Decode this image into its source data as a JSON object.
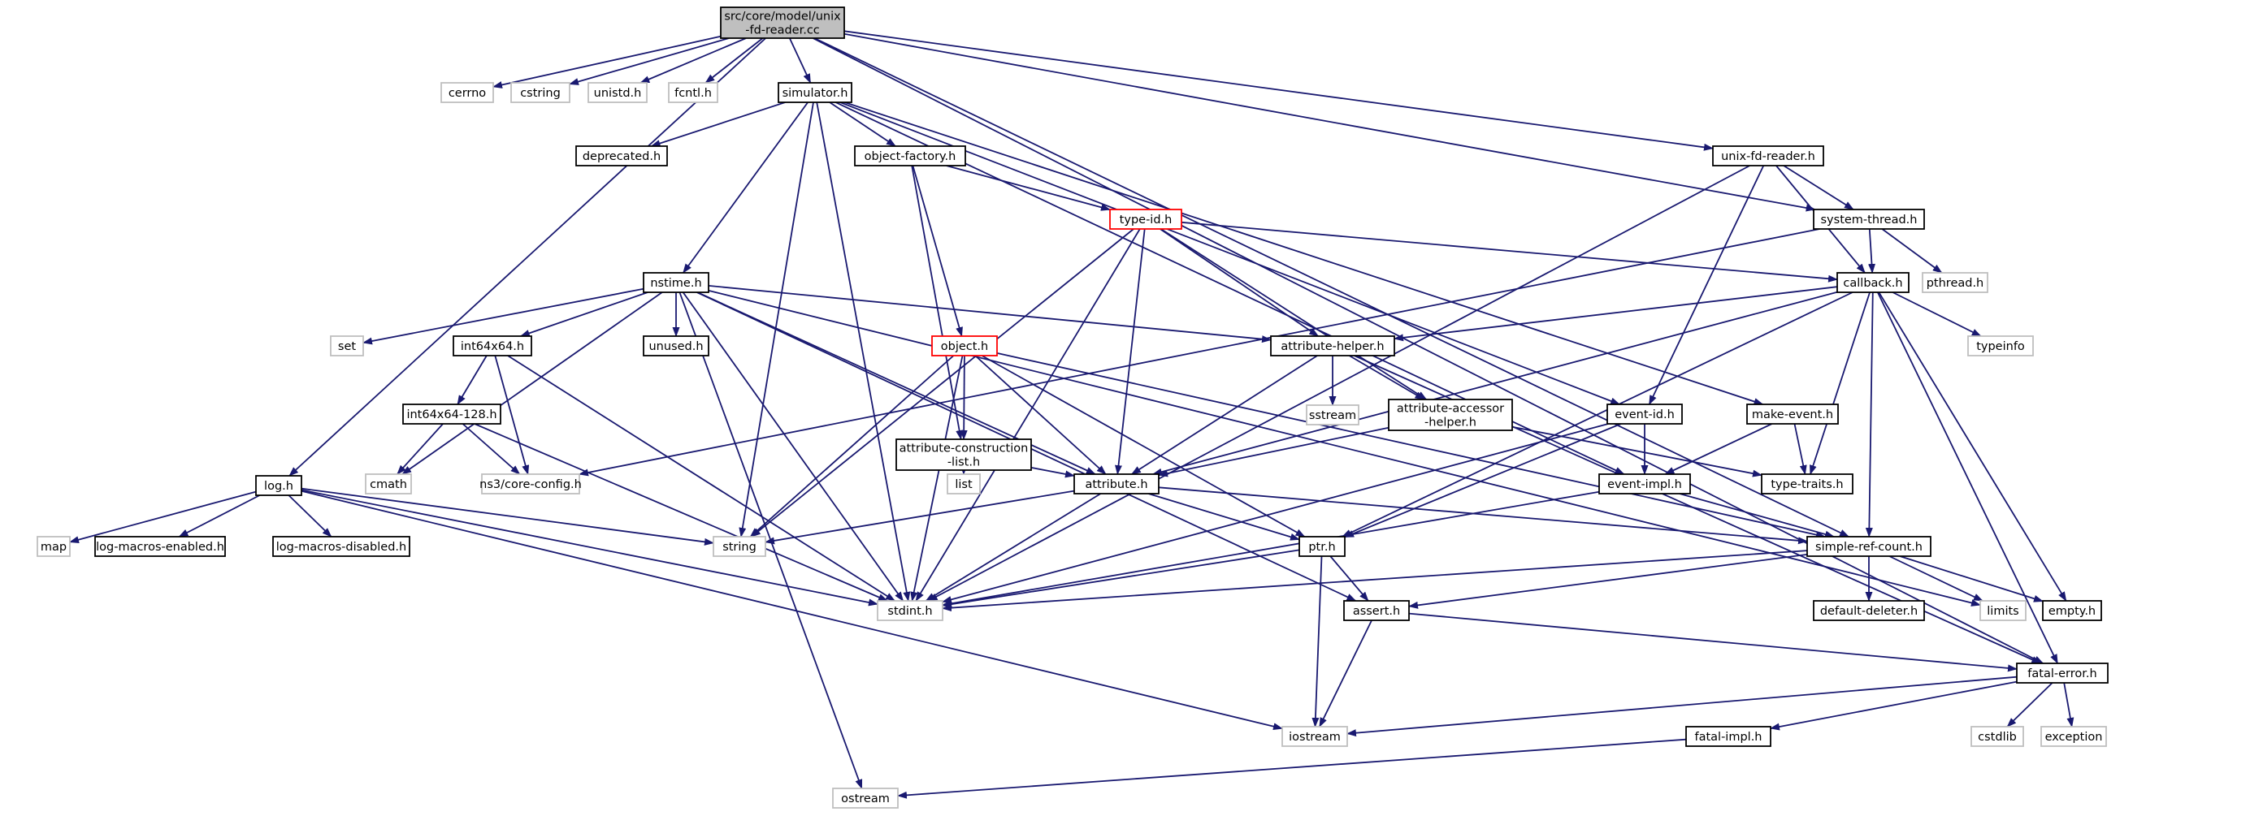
{
  "graph": {
    "colors": {
      "edge": "#191970",
      "root_fill": "#bfbfbf",
      "normal_border": "#000000",
      "external_border": "#bfbfbf",
      "truncated_border": "#ff0000",
      "text": "#000000",
      "background": "#ffffff"
    },
    "nodes": [
      {
        "id": "root",
        "label": "src/core/model/unix\n-fd-reader.cc",
        "kind": "root"
      },
      {
        "id": "cerrno",
        "label": "cerrno",
        "kind": "external"
      },
      {
        "id": "cstring",
        "label": "cstring",
        "kind": "external"
      },
      {
        "id": "unistd",
        "label": "unistd.h",
        "kind": "external"
      },
      {
        "id": "fcntl",
        "label": "fcntl.h",
        "kind": "external"
      },
      {
        "id": "simulator",
        "label": "simulator.h",
        "kind": "normal"
      },
      {
        "id": "unixfd",
        "label": "unix-fd-reader.h",
        "kind": "normal"
      },
      {
        "id": "systhread",
        "label": "system-thread.h",
        "kind": "normal"
      },
      {
        "id": "pthread",
        "label": "pthread.h",
        "kind": "external"
      },
      {
        "id": "deprecated",
        "label": "deprecated.h",
        "kind": "normal"
      },
      {
        "id": "objfactory",
        "label": "object-factory.h",
        "kind": "normal"
      },
      {
        "id": "typeid",
        "label": "type-id.h",
        "kind": "truncated"
      },
      {
        "id": "callback",
        "label": "callback.h",
        "kind": "normal"
      },
      {
        "id": "typeinfo",
        "label": "typeinfo",
        "kind": "external"
      },
      {
        "id": "nstime",
        "label": "nstime.h",
        "kind": "normal"
      },
      {
        "id": "set",
        "label": "set",
        "kind": "external"
      },
      {
        "id": "int64x64",
        "label": "int64x64.h",
        "kind": "normal"
      },
      {
        "id": "unused",
        "label": "unused.h",
        "kind": "normal"
      },
      {
        "id": "object",
        "label": "object.h",
        "kind": "truncated"
      },
      {
        "id": "attrhelper",
        "label": "attribute-helper.h",
        "kind": "normal"
      },
      {
        "id": "sstream",
        "label": "sstream",
        "kind": "external"
      },
      {
        "id": "attraccessor",
        "label": "attribute-accessor\n-helper.h",
        "kind": "normal"
      },
      {
        "id": "attrconstr",
        "label": "attribute-construction\n-list.h",
        "kind": "normal"
      },
      {
        "id": "list",
        "label": "list",
        "kind": "external"
      },
      {
        "id": "int128",
        "label": "int64x64-128.h",
        "kind": "normal"
      },
      {
        "id": "cmath",
        "label": "cmath",
        "kind": "external"
      },
      {
        "id": "coreconfig",
        "label": "ns3/core-config.h",
        "kind": "external"
      },
      {
        "id": "eventid",
        "label": "event-id.h",
        "kind": "normal"
      },
      {
        "id": "makeevent",
        "label": "make-event.h",
        "kind": "normal"
      },
      {
        "id": "typetraits",
        "label": "type-traits.h",
        "kind": "normal"
      },
      {
        "id": "eventimpl",
        "label": "event-impl.h",
        "kind": "normal"
      },
      {
        "id": "attribute",
        "label": "attribute.h",
        "kind": "normal"
      },
      {
        "id": "log",
        "label": "log.h",
        "kind": "normal"
      },
      {
        "id": "map",
        "label": "map",
        "kind": "external"
      },
      {
        "id": "logen",
        "label": "log-macros-enabled.h",
        "kind": "normal"
      },
      {
        "id": "logdis",
        "label": "log-macros-disabled.h",
        "kind": "normal"
      },
      {
        "id": "string",
        "label": "string",
        "kind": "external"
      },
      {
        "id": "ptr",
        "label": "ptr.h",
        "kind": "normal"
      },
      {
        "id": "simpleref",
        "label": "simple-ref-count.h",
        "kind": "normal"
      },
      {
        "id": "stdint",
        "label": "stdint.h",
        "kind": "external"
      },
      {
        "id": "assert",
        "label": "assert.h",
        "kind": "normal"
      },
      {
        "id": "defdeleter",
        "label": "default-deleter.h",
        "kind": "normal"
      },
      {
        "id": "limits",
        "label": "limits",
        "kind": "external"
      },
      {
        "id": "empty",
        "label": "empty.h",
        "kind": "normal"
      },
      {
        "id": "fatalerror",
        "label": "fatal-error.h",
        "kind": "normal"
      },
      {
        "id": "iostream",
        "label": "iostream",
        "kind": "external"
      },
      {
        "id": "fatalimpl",
        "label": "fatal-impl.h",
        "kind": "normal"
      },
      {
        "id": "cstdlib",
        "label": "cstdlib",
        "kind": "external"
      },
      {
        "id": "exception",
        "label": "exception",
        "kind": "external"
      },
      {
        "id": "ostream",
        "label": "ostream",
        "kind": "external"
      }
    ],
    "edges": [
      [
        "root",
        "cerrno"
      ],
      [
        "root",
        "cstring"
      ],
      [
        "root",
        "unistd"
      ],
      [
        "root",
        "fcntl"
      ],
      [
        "root",
        "log"
      ],
      [
        "root",
        "simulator"
      ],
      [
        "root",
        "unixfd"
      ],
      [
        "root",
        "systhread"
      ],
      [
        "root",
        "simpleref"
      ],
      [
        "root",
        "fatalerror"
      ],
      [
        "simulator",
        "deprecated"
      ],
      [
        "simulator",
        "objfactory"
      ],
      [
        "simulator",
        "nstime"
      ],
      [
        "simulator",
        "string"
      ],
      [
        "simulator",
        "stdint"
      ],
      [
        "simulator",
        "eventid"
      ],
      [
        "simulator",
        "eventimpl"
      ],
      [
        "simulator",
        "makeevent"
      ],
      [
        "unixfd",
        "systhread"
      ],
      [
        "unixfd",
        "callback"
      ],
      [
        "unixfd",
        "stdint"
      ],
      [
        "unixfd",
        "eventid"
      ],
      [
        "systhread",
        "callback"
      ],
      [
        "systhread",
        "pthread"
      ],
      [
        "systhread",
        "coreconfig"
      ],
      [
        "objfactory",
        "typeid"
      ],
      [
        "objfactory",
        "object"
      ],
      [
        "objfactory",
        "attrconstr"
      ],
      [
        "typeid",
        "callback"
      ],
      [
        "typeid",
        "attrhelper"
      ],
      [
        "typeid",
        "attraccessor"
      ],
      [
        "typeid",
        "attribute"
      ],
      [
        "typeid",
        "string"
      ],
      [
        "typeid",
        "stdint"
      ],
      [
        "callback",
        "attrhelper"
      ],
      [
        "callback",
        "typeinfo"
      ],
      [
        "callback",
        "typetraits"
      ],
      [
        "callback",
        "ptr"
      ],
      [
        "callback",
        "attribute"
      ],
      [
        "callback",
        "simpleref"
      ],
      [
        "callback",
        "empty"
      ],
      [
        "callback",
        "fatalerror"
      ],
      [
        "nstime",
        "set"
      ],
      [
        "nstime",
        "int64x64"
      ],
      [
        "nstime",
        "unused"
      ],
      [
        "nstime",
        "attribute"
      ],
      [
        "nstime",
        "attrhelper"
      ],
      [
        "nstime",
        "cmath"
      ],
      [
        "nstime",
        "stdint"
      ],
      [
        "nstime",
        "assert"
      ],
      [
        "nstime",
        "limits"
      ],
      [
        "nstime",
        "ostream"
      ],
      [
        "int64x64",
        "int128"
      ],
      [
        "int64x64",
        "coreconfig"
      ],
      [
        "int64x64",
        "stdint"
      ],
      [
        "int128",
        "cmath"
      ],
      [
        "int128",
        "coreconfig"
      ],
      [
        "int128",
        "stdint"
      ],
      [
        "object",
        "attrconstr"
      ],
      [
        "object",
        "attribute"
      ],
      [
        "object",
        "ptr"
      ],
      [
        "object",
        "simpleref"
      ],
      [
        "object",
        "string"
      ],
      [
        "object",
        "stdint"
      ],
      [
        "attrhelper",
        "sstream"
      ],
      [
        "attrhelper",
        "attraccessor"
      ],
      [
        "attrhelper",
        "attribute"
      ],
      [
        "attrhelper",
        "fatalerror"
      ],
      [
        "attraccessor",
        "attribute"
      ],
      [
        "attraccessor",
        "typetraits"
      ],
      [
        "attrconstr",
        "list"
      ],
      [
        "attrconstr",
        "attribute"
      ],
      [
        "eventid",
        "ptr"
      ],
      [
        "eventid",
        "eventimpl"
      ],
      [
        "eventid",
        "stdint"
      ],
      [
        "makeevent",
        "eventimpl"
      ],
      [
        "makeevent",
        "typetraits"
      ],
      [
        "eventimpl",
        "simpleref"
      ],
      [
        "eventimpl",
        "stdint"
      ],
      [
        "attribute",
        "string"
      ],
      [
        "attribute",
        "ptr"
      ],
      [
        "attribute",
        "simpleref"
      ],
      [
        "attribute",
        "stdint"
      ],
      [
        "log",
        "map"
      ],
      [
        "log",
        "logen"
      ],
      [
        "log",
        "logdis"
      ],
      [
        "log",
        "string"
      ],
      [
        "log",
        "iostream"
      ],
      [
        "log",
        "stdint"
      ],
      [
        "ptr",
        "assert"
      ],
      [
        "ptr",
        "iostream"
      ],
      [
        "ptr",
        "stdint"
      ],
      [
        "simpleref",
        "assert"
      ],
      [
        "simpleref",
        "defdeleter"
      ],
      [
        "simpleref",
        "limits"
      ],
      [
        "simpleref",
        "empty"
      ],
      [
        "simpleref",
        "stdint"
      ],
      [
        "assert",
        "fatalerror"
      ],
      [
        "assert",
        "iostream"
      ],
      [
        "fatalerror",
        "fatalimpl"
      ],
      [
        "fatalerror",
        "iostream"
      ],
      [
        "fatalerror",
        "cstdlib"
      ],
      [
        "fatalerror",
        "exception"
      ],
      [
        "fatalimpl",
        "ostream"
      ]
    ]
  }
}
